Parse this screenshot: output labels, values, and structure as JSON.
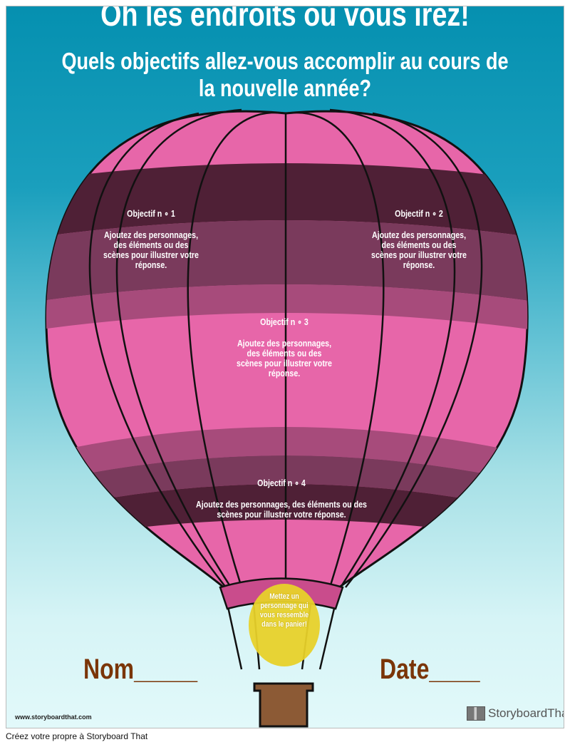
{
  "title": "Oh les endroits où vous irez!",
  "subtitle": "Quels objectifs allez-vous accomplir au cours de la nouvelle année?",
  "objectives": [
    {
      "heading": "Objectif n ∘ 1",
      "text": "Ajoutez des personnages, des éléments ou des scènes pour illustrer votre réponse."
    },
    {
      "heading": "Objectif n ∘ 2",
      "text": "Ajoutez des personnages, des éléments ou des scènes pour illustrer votre réponse."
    },
    {
      "heading": "Objectif n ∘ 3",
      "text": "Ajoutez des personnages, des éléments ou des scènes pour illustrer votre réponse."
    },
    {
      "heading": "Objectif n ∘ 4",
      "text": "Ajoutez des personnages, des éléments ou des scènes pour illustrer votre réponse."
    }
  ],
  "basket_text": "Mettez un personnage qui vous ressemble dans le panier!",
  "name_label": "Nom_____",
  "date_label": "Date____",
  "watermark": "www.storyboardthat.com",
  "logo": "StoryboardThat",
  "footer": "Créez votre propre à Storyboard That"
}
